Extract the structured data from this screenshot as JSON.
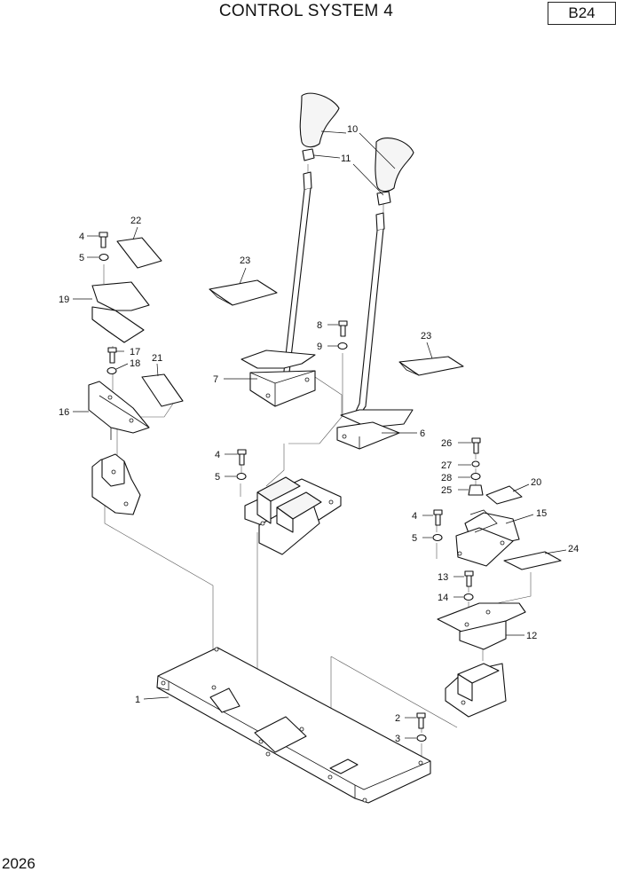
{
  "header": {
    "title": "CONTROL SYSTEM 4",
    "code": "B24"
  },
  "footer": {
    "page_number": "2026"
  },
  "callouts": [
    {
      "id": "c10",
      "label": "10"
    },
    {
      "id": "c11",
      "label": "11"
    },
    {
      "id": "c22",
      "label": "22"
    },
    {
      "id": "c4a",
      "label": "4"
    },
    {
      "id": "c5a",
      "label": "5"
    },
    {
      "id": "c19",
      "label": "19"
    },
    {
      "id": "c17",
      "label": "17"
    },
    {
      "id": "c18",
      "label": "18"
    },
    {
      "id": "c21",
      "label": "21"
    },
    {
      "id": "c16",
      "label": "16"
    },
    {
      "id": "c23a",
      "label": "23"
    },
    {
      "id": "c7",
      "label": "7"
    },
    {
      "id": "c8",
      "label": "8"
    },
    {
      "id": "c9",
      "label": "9"
    },
    {
      "id": "c23b",
      "label": "23"
    },
    {
      "id": "c6",
      "label": "6"
    },
    {
      "id": "c4b",
      "label": "4"
    },
    {
      "id": "c5b",
      "label": "5"
    },
    {
      "id": "c26",
      "label": "26"
    },
    {
      "id": "c27",
      "label": "27"
    },
    {
      "id": "c28",
      "label": "28"
    },
    {
      "id": "c25",
      "label": "25"
    },
    {
      "id": "c20",
      "label": "20"
    },
    {
      "id": "c15",
      "label": "15"
    },
    {
      "id": "c4c",
      "label": "4"
    },
    {
      "id": "c5c",
      "label": "5"
    },
    {
      "id": "c24",
      "label": "24"
    },
    {
      "id": "c13",
      "label": "13"
    },
    {
      "id": "c14",
      "label": "14"
    },
    {
      "id": "c12",
      "label": "12"
    },
    {
      "id": "c1",
      "label": "1"
    },
    {
      "id": "c2",
      "label": "2"
    },
    {
      "id": "c3",
      "label": "3"
    }
  ]
}
